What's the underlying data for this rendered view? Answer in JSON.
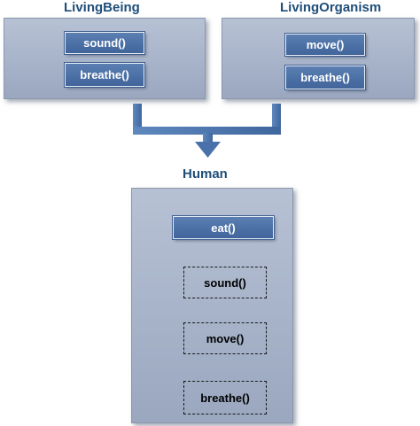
{
  "classes": {
    "living_being": {
      "name": "LivingBeing",
      "methods": [
        "sound()",
        "breathe()"
      ]
    },
    "living_organism": {
      "name": "LivingOrganism",
      "methods": [
        "move()",
        "breathe()"
      ]
    },
    "human": {
      "name": "Human",
      "own_methods": [
        "eat()"
      ],
      "inherited_methods": [
        "sound()",
        "move()",
        "breathe()"
      ]
    }
  },
  "colors": {
    "title": "#1f4e79",
    "panel": "#a7b3c9",
    "method_box": "#4a6fa5",
    "connector": "#4f78b0"
  }
}
